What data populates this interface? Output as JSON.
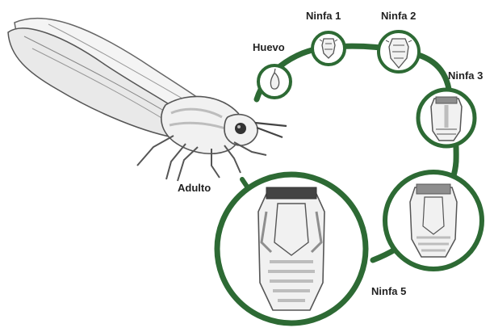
{
  "diagram": {
    "kind": "life-cycle",
    "stages": [
      {
        "id": "huevo",
        "label": "Huevo"
      },
      {
        "id": "ninfa-1",
        "label": "Ninfa 1"
      },
      {
        "id": "ninfa-2",
        "label": "Ninfa 2"
      },
      {
        "id": "ninfa-3",
        "label": "Ninfa 3"
      },
      {
        "id": "ninfa-4",
        "label": ""
      },
      {
        "id": "ninfa-5",
        "label": "Ninfa 5"
      },
      {
        "id": "adulto",
        "label": "Adulto"
      }
    ],
    "colors": {
      "ring": "#2d6a34",
      "label": "#222222",
      "insect_fill": "#f1f1f1",
      "insect_shade": "#bdbdbd",
      "insect_outline": "#555555"
    }
  }
}
